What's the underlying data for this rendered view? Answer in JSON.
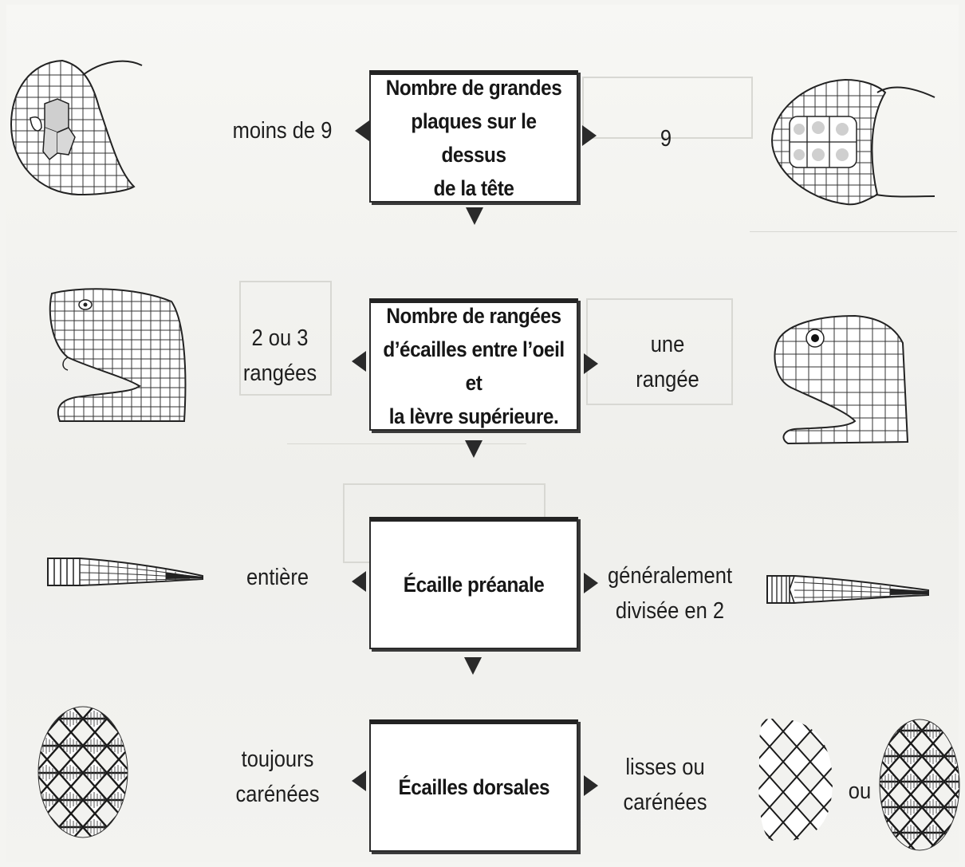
{
  "steps": [
    {
      "question": "Nombre de grandes\nplaques sur le dessus\nde la tête",
      "left_answer": "moins de 9",
      "right_answer": "9",
      "left_image": "viper-head-top-view",
      "right_image": "grass-snake-head-top-view"
    },
    {
      "question": "Nombre de rangées\nd’écailles entre l’oeil et\nla lèvre supérieure.",
      "left_answer": "2 ou 3\nrangées",
      "right_answer": "une\nrangée",
      "left_image": "viper-head-side-view",
      "right_image": "grass-snake-head-side-view"
    },
    {
      "question": "Écaille préanale",
      "left_answer": "entière",
      "right_answer": "généralement\ndivisée en 2",
      "left_image": "viper-tail-underside",
      "right_image": "grass-snake-tail-underside"
    },
    {
      "question": "Écailles dorsales",
      "left_answer": "toujours\ncarénées",
      "right_answer": "lisses ou\ncarénées",
      "left_image": "keeled-scales",
      "right_image": "smooth-scales",
      "right_image_2": "keeled-scales",
      "right_connector": "ou"
    }
  ]
}
